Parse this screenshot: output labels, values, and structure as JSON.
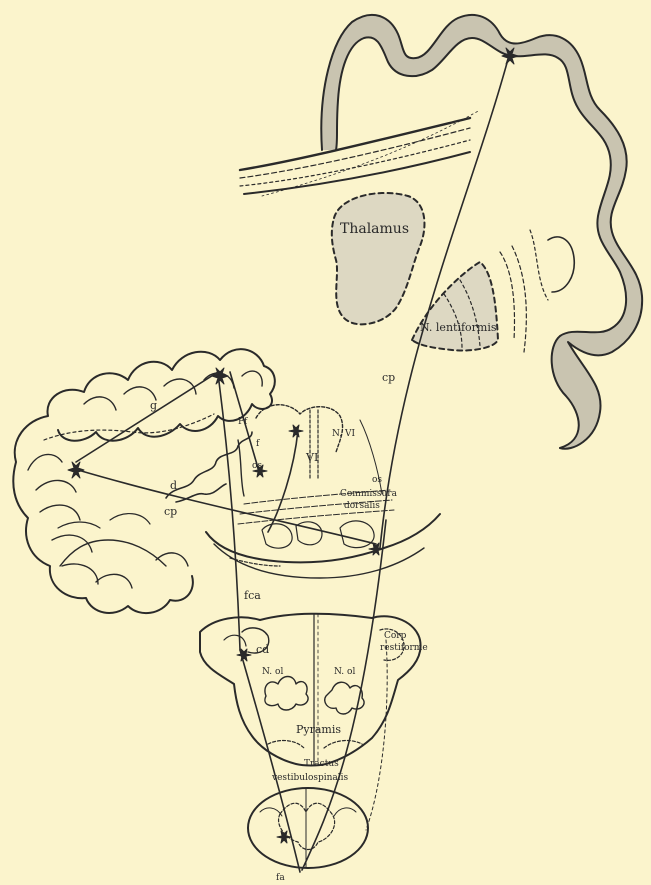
{
  "diagram": {
    "colors": {
      "paper": "#fbf4cc",
      "ink": "#2a2a2a",
      "shade": "#c9c4b0",
      "light_shade": "#ddd8c2"
    },
    "labels": {
      "thalamus": "Thalamus",
      "lentiformis": "N. lentiformis",
      "cp_upper": "cp",
      "g": "g",
      "d": "d",
      "cp_lower": "cp",
      "pf": "Pf",
      "f": "f",
      "os": "os",
      "os_right": "os",
      "vi_left": "VI",
      "vi_right": "N. VI",
      "commissura": "Commissura",
      "dorsalis": "dorsalis",
      "fca": "fca",
      "cd": "cd",
      "corp": "Corp",
      "restiforme": "restiforme",
      "n_ol_left": "N. ol",
      "n_ol_right": "N. ol",
      "pyramis": "Pyramis",
      "tractus": "Tractus",
      "vestibulospinalis": "vestibulospinalis",
      "fa": "fa"
    }
  }
}
